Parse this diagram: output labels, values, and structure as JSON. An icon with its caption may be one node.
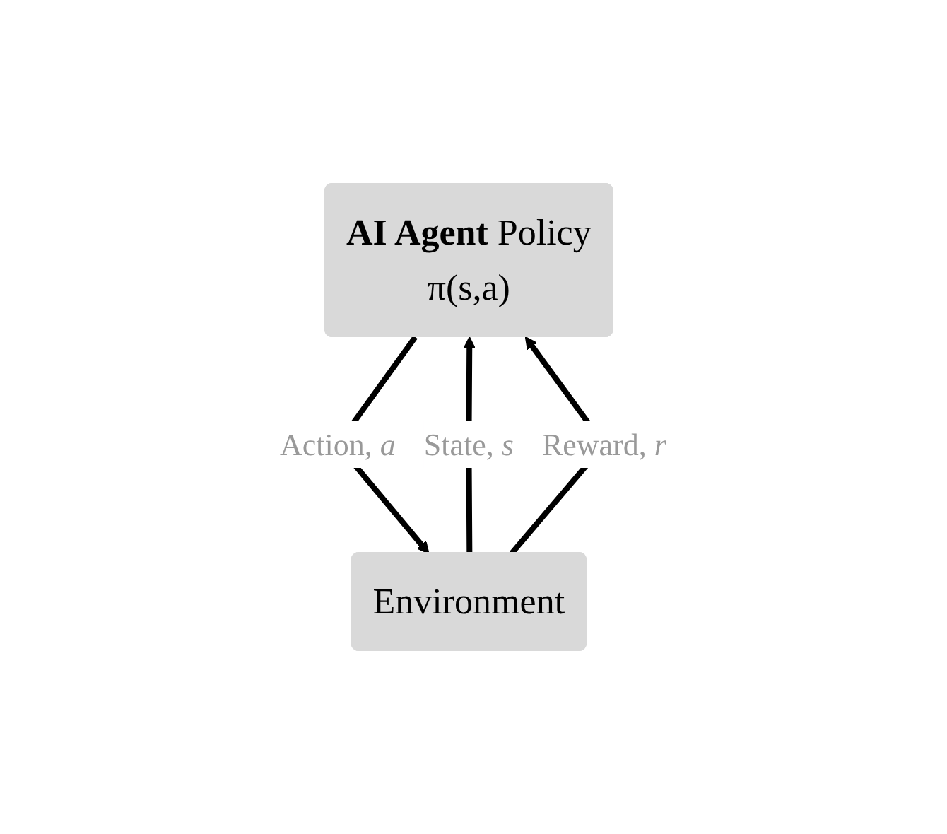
{
  "diagram": {
    "nodes": [
      {
        "text": [
          "**AI Agent** Policy",
          "π(s,a)"
        ]
      },
      {
        "text": [
          "Environment"
        ]
      }
    ],
    "edges": [
      {
        "from": 0,
        "to": 1,
        "arrow": "to",
        "label": "Action, *a*"
      },
      {
        "from": 1,
        "to": 0,
        "arrow": "to",
        "label": "State, *s*"
      },
      {
        "from": 1,
        "to": 0,
        "arrow": "to",
        "label": "Reward, *r*"
      }
    ]
  }
}
